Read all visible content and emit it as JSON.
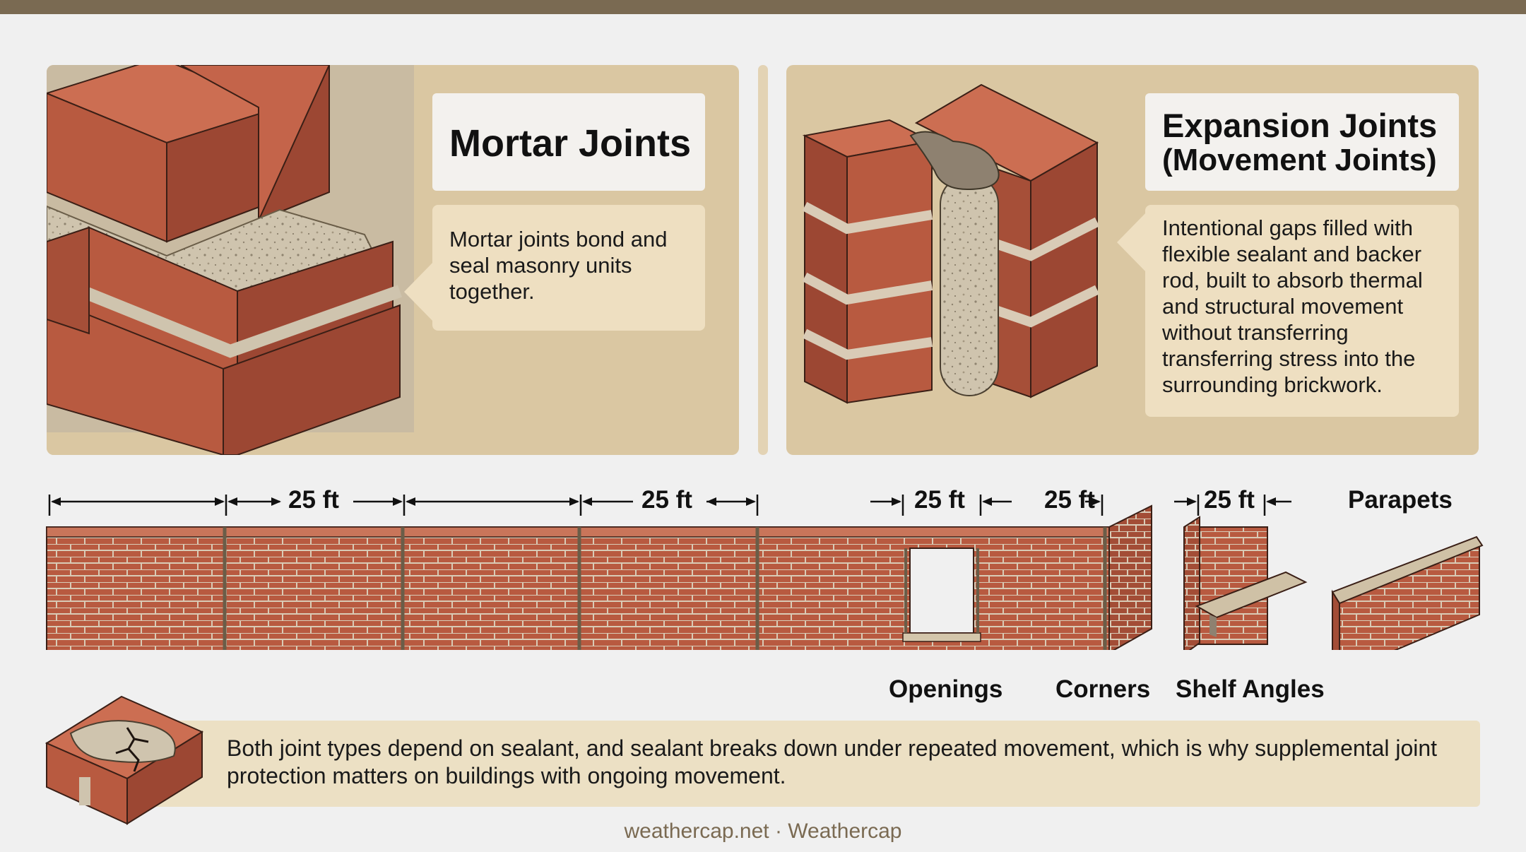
{
  "mortar": {
    "title": "Mortar Joints",
    "description": "Mortar joints bond and seal masonry units together."
  },
  "expansion": {
    "title_line1": "Expansion Joints",
    "title_line2": "(Movement Joints)",
    "description": "Intentional gaps filled with flexible sealant and backer rod, built to absorb thermal and structural movement without transferring transferring stress into the surrounding brickwork."
  },
  "dimensions": [
    "25 ft",
    "25 ft",
    "25 ft",
    "25 ft",
    "25 ft"
  ],
  "locations": {
    "openings": "Openings",
    "corners": "Corners",
    "shelf_angles": "Shelf Angles",
    "parapets": "Parapets"
  },
  "note": "Both joint types depend on sealant, and sealant breaks down under repeated movement, which is why supplemental joint protection matters on buildings with ongoing movement.",
  "footer": "weathercap.net · Weathercap",
  "colors": {
    "brick": "#b85a40",
    "brick_top": "#cc6e52",
    "brick_side": "#9c4733",
    "mortar": "#cdbfa5",
    "panel": "#dac7a2",
    "accent_bar": "#7a6a52"
  }
}
